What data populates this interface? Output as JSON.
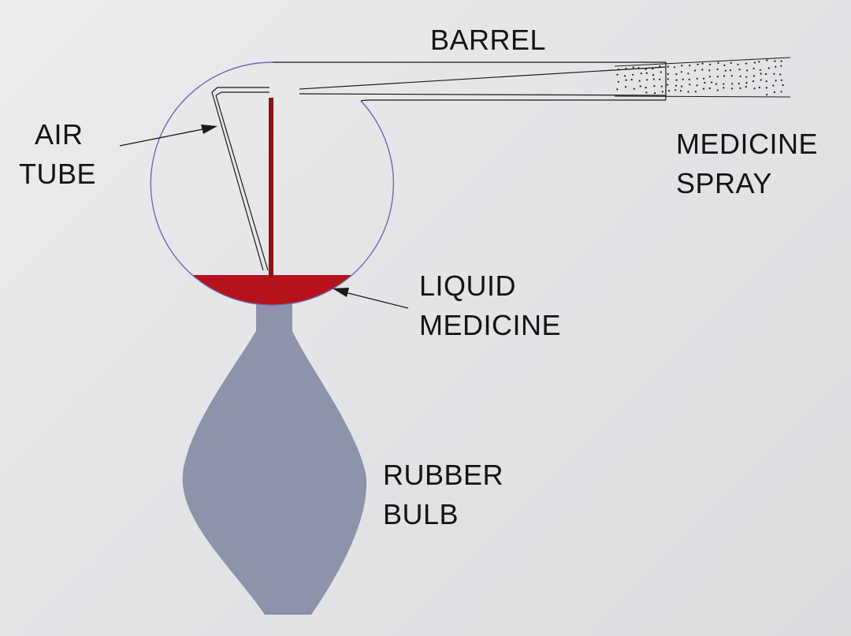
{
  "labels": {
    "barrel": "BARREL",
    "air_tube": [
      "AIR",
      "TUBE"
    ],
    "medicine_spray": [
      "MEDICINE",
      "SPRAY"
    ],
    "liquid_medicine": [
      "LIQUID",
      "MEDICINE"
    ],
    "rubber_bulb": [
      "RUBBER",
      "BULB"
    ]
  },
  "colors": {
    "background": "#e6e6e8",
    "outline": "#6a6ab0",
    "liquid": "#b5121b",
    "bulb": "#8d93ab",
    "ink": "#141414"
  }
}
